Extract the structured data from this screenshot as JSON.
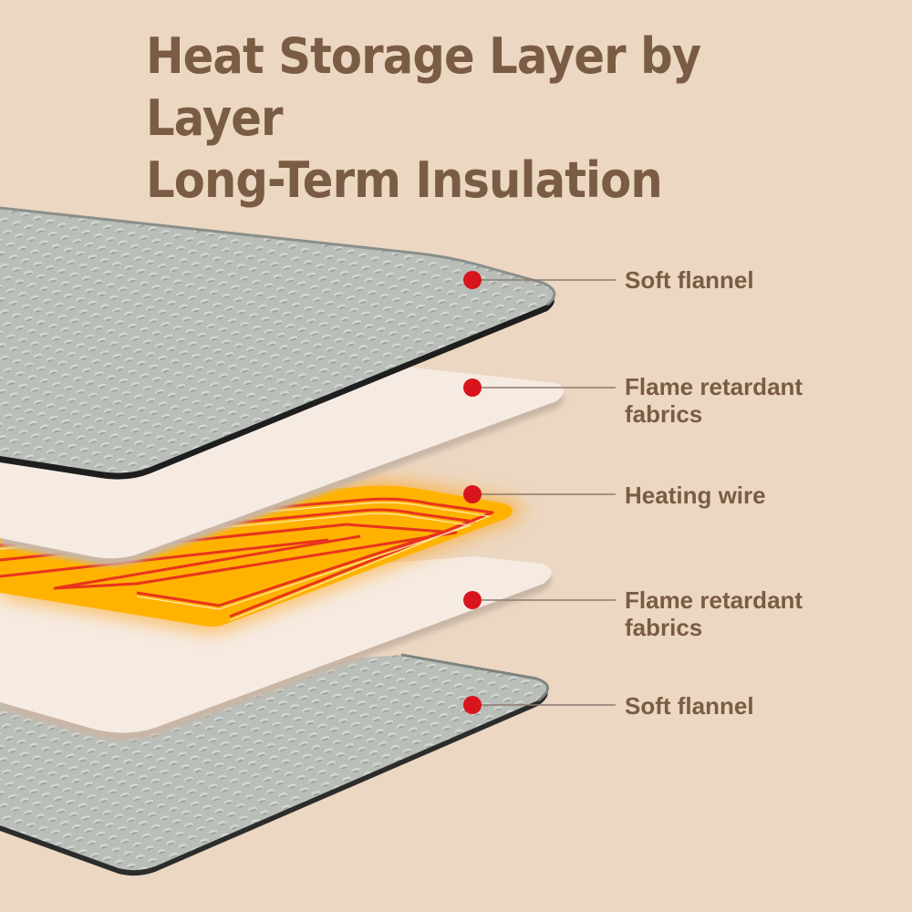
{
  "title": {
    "line1": "Heat Storage Layer by Layer",
    "line2": "Long-Term Insulation"
  },
  "layers": [
    {
      "line1": "Soft flannel",
      "line2": ""
    },
    {
      "line1": "Flame retardant",
      "line2": "fabrics"
    },
    {
      "line1": "Heating wire",
      "line2": ""
    },
    {
      "line1": "Flame retardant",
      "line2": "fabrics"
    },
    {
      "line1": "Soft flannel",
      "line2": ""
    }
  ],
  "colors": {
    "background": "#ecd7c2",
    "text": "#7a5c44",
    "marker": "#d8141c",
    "leader": "#8a7b70",
    "flannel": "#b7bcb7",
    "flannel_edge": "#2e2e2e",
    "fabric": "#f6ebe2",
    "glow": "#ff9a00",
    "wire": "#e8341c"
  }
}
